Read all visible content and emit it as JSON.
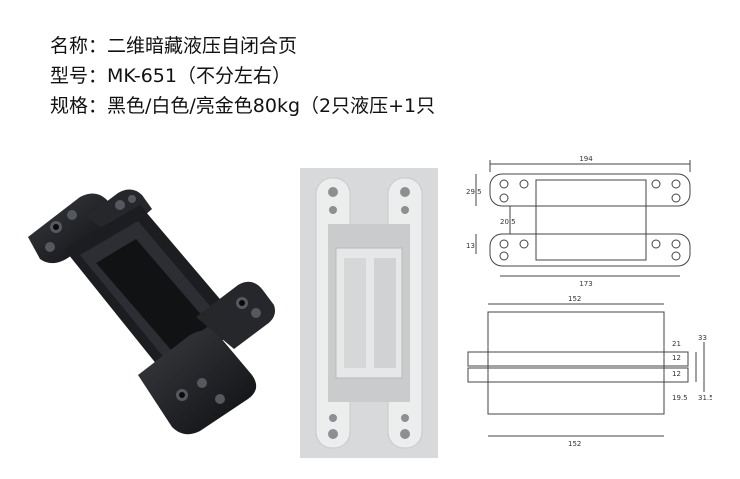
{
  "product": {
    "name_line": "名称：二维暗藏液压自闭合页",
    "model_line": "型号：MK-651（不分左右）",
    "spec_line": "规格：黑色/白色/亮金色80kg（2只液压+1只"
  },
  "colors": {
    "text": "#111111",
    "black_hinge": "#1c1d20",
    "white_hinge": "#eceded",
    "drawing_line": "#444444",
    "photo_bg_grey": "#d7d9db"
  },
  "drawing": {
    "top_view": {
      "overall_width": "194",
      "bracket_height": "29.5",
      "gap": "20.5",
      "mount_height": "13",
      "inner_length": "173"
    },
    "side_view": {
      "top_length": "152",
      "bottom_length": "152",
      "dim_21": "21",
      "dim_33": "33",
      "dim_12a": "12",
      "dim_12b": "12",
      "dim_31_5": "31.5",
      "dim_19_5": "19.5"
    }
  }
}
